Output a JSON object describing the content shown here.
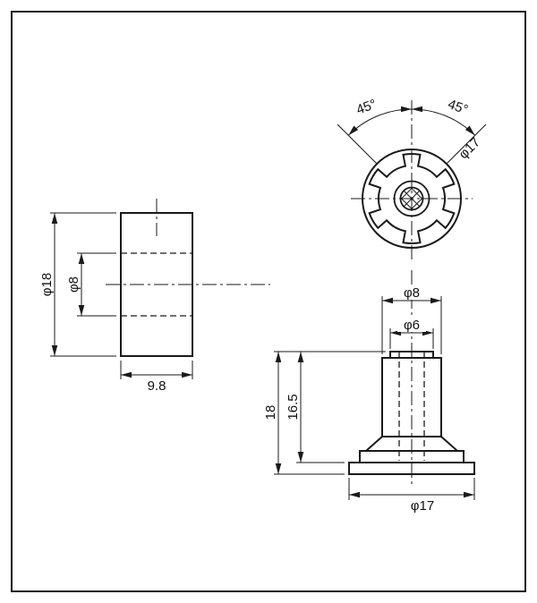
{
  "colors": {
    "background": "#ffffff",
    "line": "#1a1a1a"
  },
  "side_view": {
    "label_outer_diameter": "φ18",
    "label_hole_diameter": "φ8",
    "label_width": "9.8"
  },
  "top_view": {
    "label_angle_left": "45°",
    "label_angle_right": "45°",
    "label_outer_diameter": "φ17"
  },
  "front_view": {
    "label_neck_diameter": "φ8",
    "label_tip_diameter": "φ6",
    "label_total_height": "18",
    "label_shoulder_height": "16.5",
    "label_base_diameter": "φ17"
  }
}
